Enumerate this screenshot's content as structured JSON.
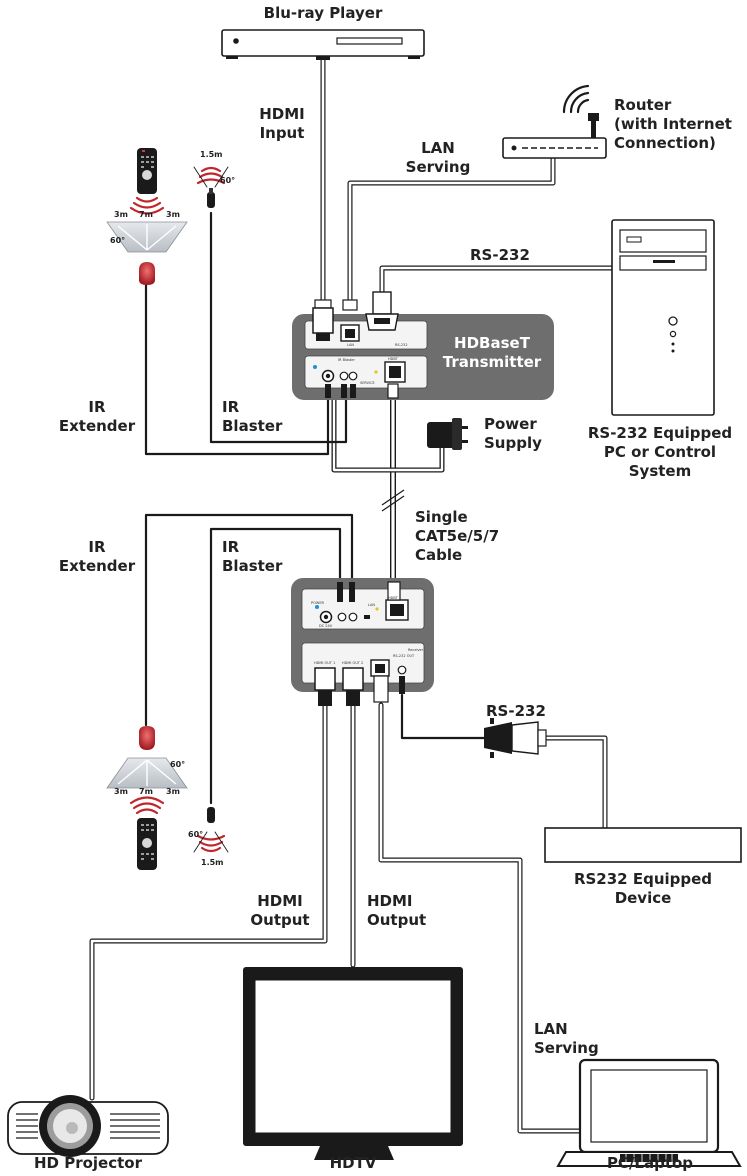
{
  "devices": {
    "bluray": "Blu-ray Player",
    "router": "Router\n(with Internet\nConnection)",
    "transmitter": "HDBaseT\nTransmitter",
    "pc_control": "RS-232 Equipped\nPC or Control\nSystem",
    "power_supply": "Power\nSupply",
    "rs232_device": "RS232 Equipped\nDevice",
    "projector": "HD Projector",
    "hdtv": "HDTV",
    "laptop": "PC/Laptop"
  },
  "connections": {
    "hdmi_input": "HDMI\nInput",
    "lan_serving_top": "LAN\nServing",
    "rs232_top": "RS-232",
    "ir_extender_top": "IR\nExtender",
    "ir_blaster_top": "IR\nBlaster",
    "cable": "Single\nCAT5e/5/7\nCable",
    "ir_extender_bottom": "IR\nExtender",
    "ir_blaster_bottom": "IR\nBlaster",
    "rs232_bottom": "RS-232",
    "hdmi_output_1": "HDMI\nOutput",
    "hdmi_output_2": "HDMI\nOutput",
    "lan_serving_bottom": "LAN\nServing"
  },
  "ir_ranges": {
    "extender_left": "3m",
    "extender_center": "7m",
    "extender_right": "3m",
    "extender_angle": "60°",
    "blaster_distance": "1.5m",
    "blaster_angle": "60°"
  },
  "port_labels": {
    "tx_ir_blaster": "IR Blaster",
    "tx_lan": "LAN",
    "tx_hdbt": "HDBT",
    "tx_service": "SERVICE",
    "tx_rs232": "RS-232",
    "rx_power": "POWER",
    "rx_dc": "DC 24V",
    "rx_lan": "LAN",
    "rx_hdbt": "HDBT",
    "rx_receiver": "Receiver",
    "rx_hdmi_out_1": "HDMI OUT 1",
    "rx_hdmi_out_2": "HDMI OUT 2",
    "rx_rs232_out": "RS-232 OUT"
  },
  "colors": {
    "unit_body": "#6e6e6e",
    "panel": "#f4f4f4",
    "cable": "#1a1a1a",
    "ir_red": "#c0262c",
    "ir_fan": "#cfd3d8"
  }
}
